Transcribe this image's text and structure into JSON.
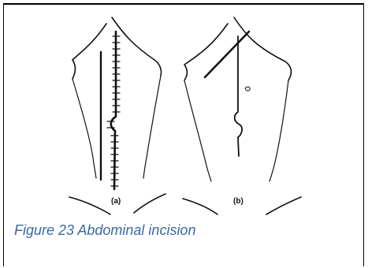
{
  "figure": {
    "panel_a_label": "(a)",
    "panel_b_label": "(b)",
    "caption": "Figure 23 Abdominal incision",
    "caption_color": "#3b6aa0",
    "stroke_color": "#111111"
  }
}
